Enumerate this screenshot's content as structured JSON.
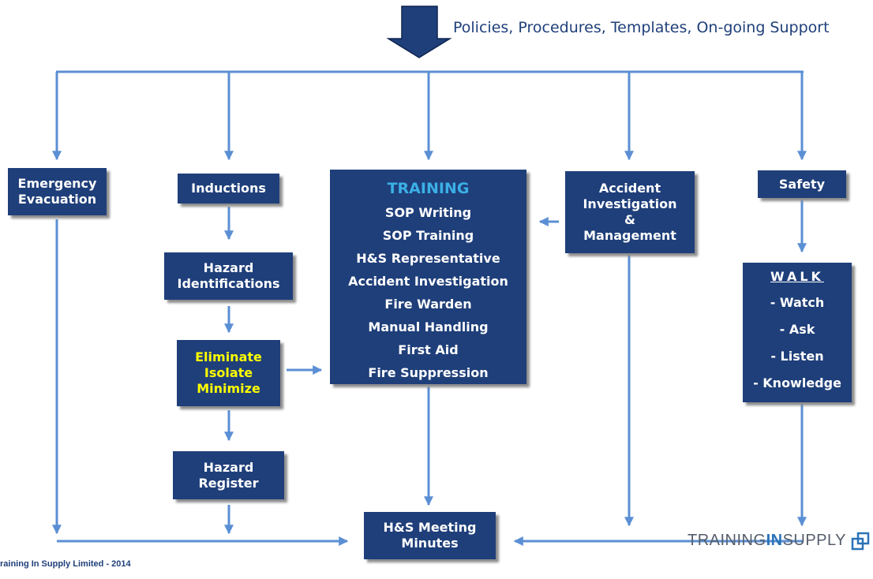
{
  "header": {
    "support_text": "Policies, Procedures, Templates, On-going Support"
  },
  "boxes": {
    "emergency": {
      "line1": "Emergency",
      "line2": "Evacuation"
    },
    "inductions": {
      "label": "Inductions"
    },
    "hazard_identifications": {
      "line1": "Hazard",
      "line2": "Identifications"
    },
    "eliminate": {
      "line1": "Eliminate",
      "line2": "Isolate",
      "line3": "Minimize"
    },
    "hazard_register": {
      "line1": "Hazard",
      "line2": "Register"
    },
    "training": {
      "title": "TRAINING",
      "items": [
        "SOP Writing",
        "SOP Training",
        "H&S Representative",
        "Accident Investigation",
        "Fire Warden",
        "Manual Handling",
        "First Aid",
        "Fire Suppression"
      ]
    },
    "accident": {
      "line1": "Accident",
      "line2": "Investigation",
      "line3": "&",
      "line4": "Management"
    },
    "safety": {
      "label": "Safety"
    },
    "walk": {
      "title": "WALK",
      "items": [
        "- Watch",
        "- Ask",
        "- Listen",
        "- Knowledge"
      ]
    },
    "meeting": {
      "line1": "H&S Meeting",
      "line2": "Minutes"
    }
  },
  "footer": {
    "copyright": "raining In Supply Limited - 2014"
  },
  "logo": {
    "part1": "TRAINING",
    "part2": "IN",
    "part3": "SUPPLY"
  },
  "colors": {
    "box": "#1f3f7a",
    "arrow": "#5b8fd4",
    "big_arrow": "#1f3f7a",
    "highlight": "#ffff00",
    "training_title": "#3bb0e6"
  }
}
